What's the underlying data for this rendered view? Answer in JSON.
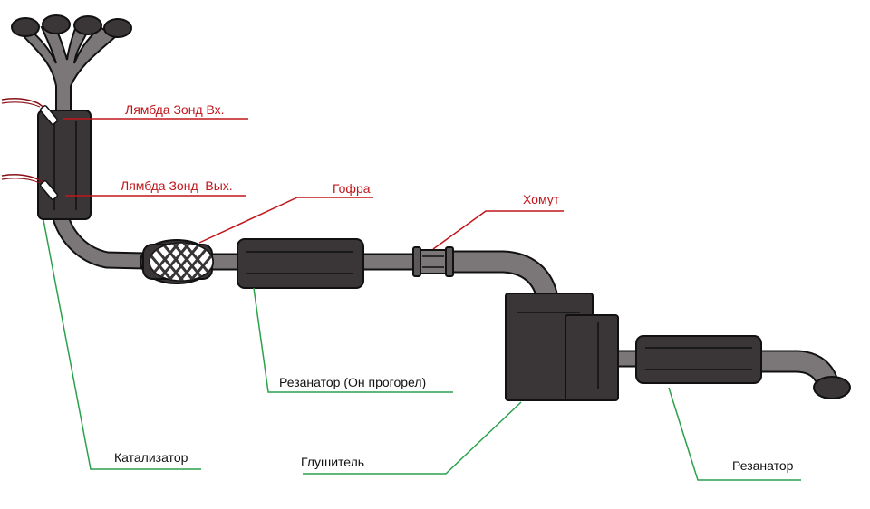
{
  "colors": {
    "body": "#3a3536",
    "outline": "#111111",
    "pipe": "#7b7778",
    "pipe_dark": "#5c5859",
    "leader_red": "#c0161b",
    "leader_green": "#2aa14a",
    "mesh": "#d9d9d9"
  },
  "labels": {
    "lambda_in": "Лямбда Зонд Вх.",
    "lambda_out": "Лямбда Зонд  Вых.",
    "gofra": "Гофра",
    "khomut": "Хомут",
    "rezonator_1": "Резанатор (Он прогорел)",
    "katalizator": "Катализатор",
    "glushitel": "Глушитель",
    "rezonator_2": "Резанатор"
  }
}
